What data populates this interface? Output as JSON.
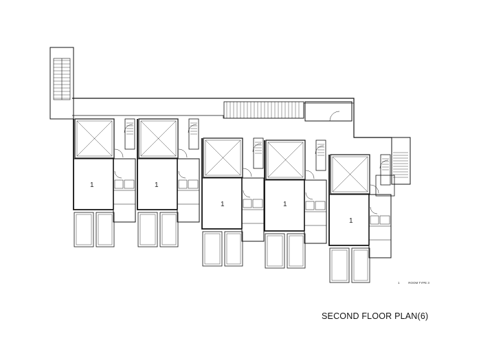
{
  "plan": {
    "title": "SECOND FLOOR PLAN(6)",
    "units": [
      {
        "id": "unit-1",
        "room_label": "1"
      },
      {
        "id": "unit-2",
        "room_label": "1"
      },
      {
        "id": "unit-3",
        "room_label": "1"
      },
      {
        "id": "unit-4",
        "room_label": "1"
      },
      {
        "id": "unit-5",
        "room_label": "1"
      }
    ],
    "legend": {
      "key": "1",
      "description": "ROOM TYPE 3"
    }
  }
}
